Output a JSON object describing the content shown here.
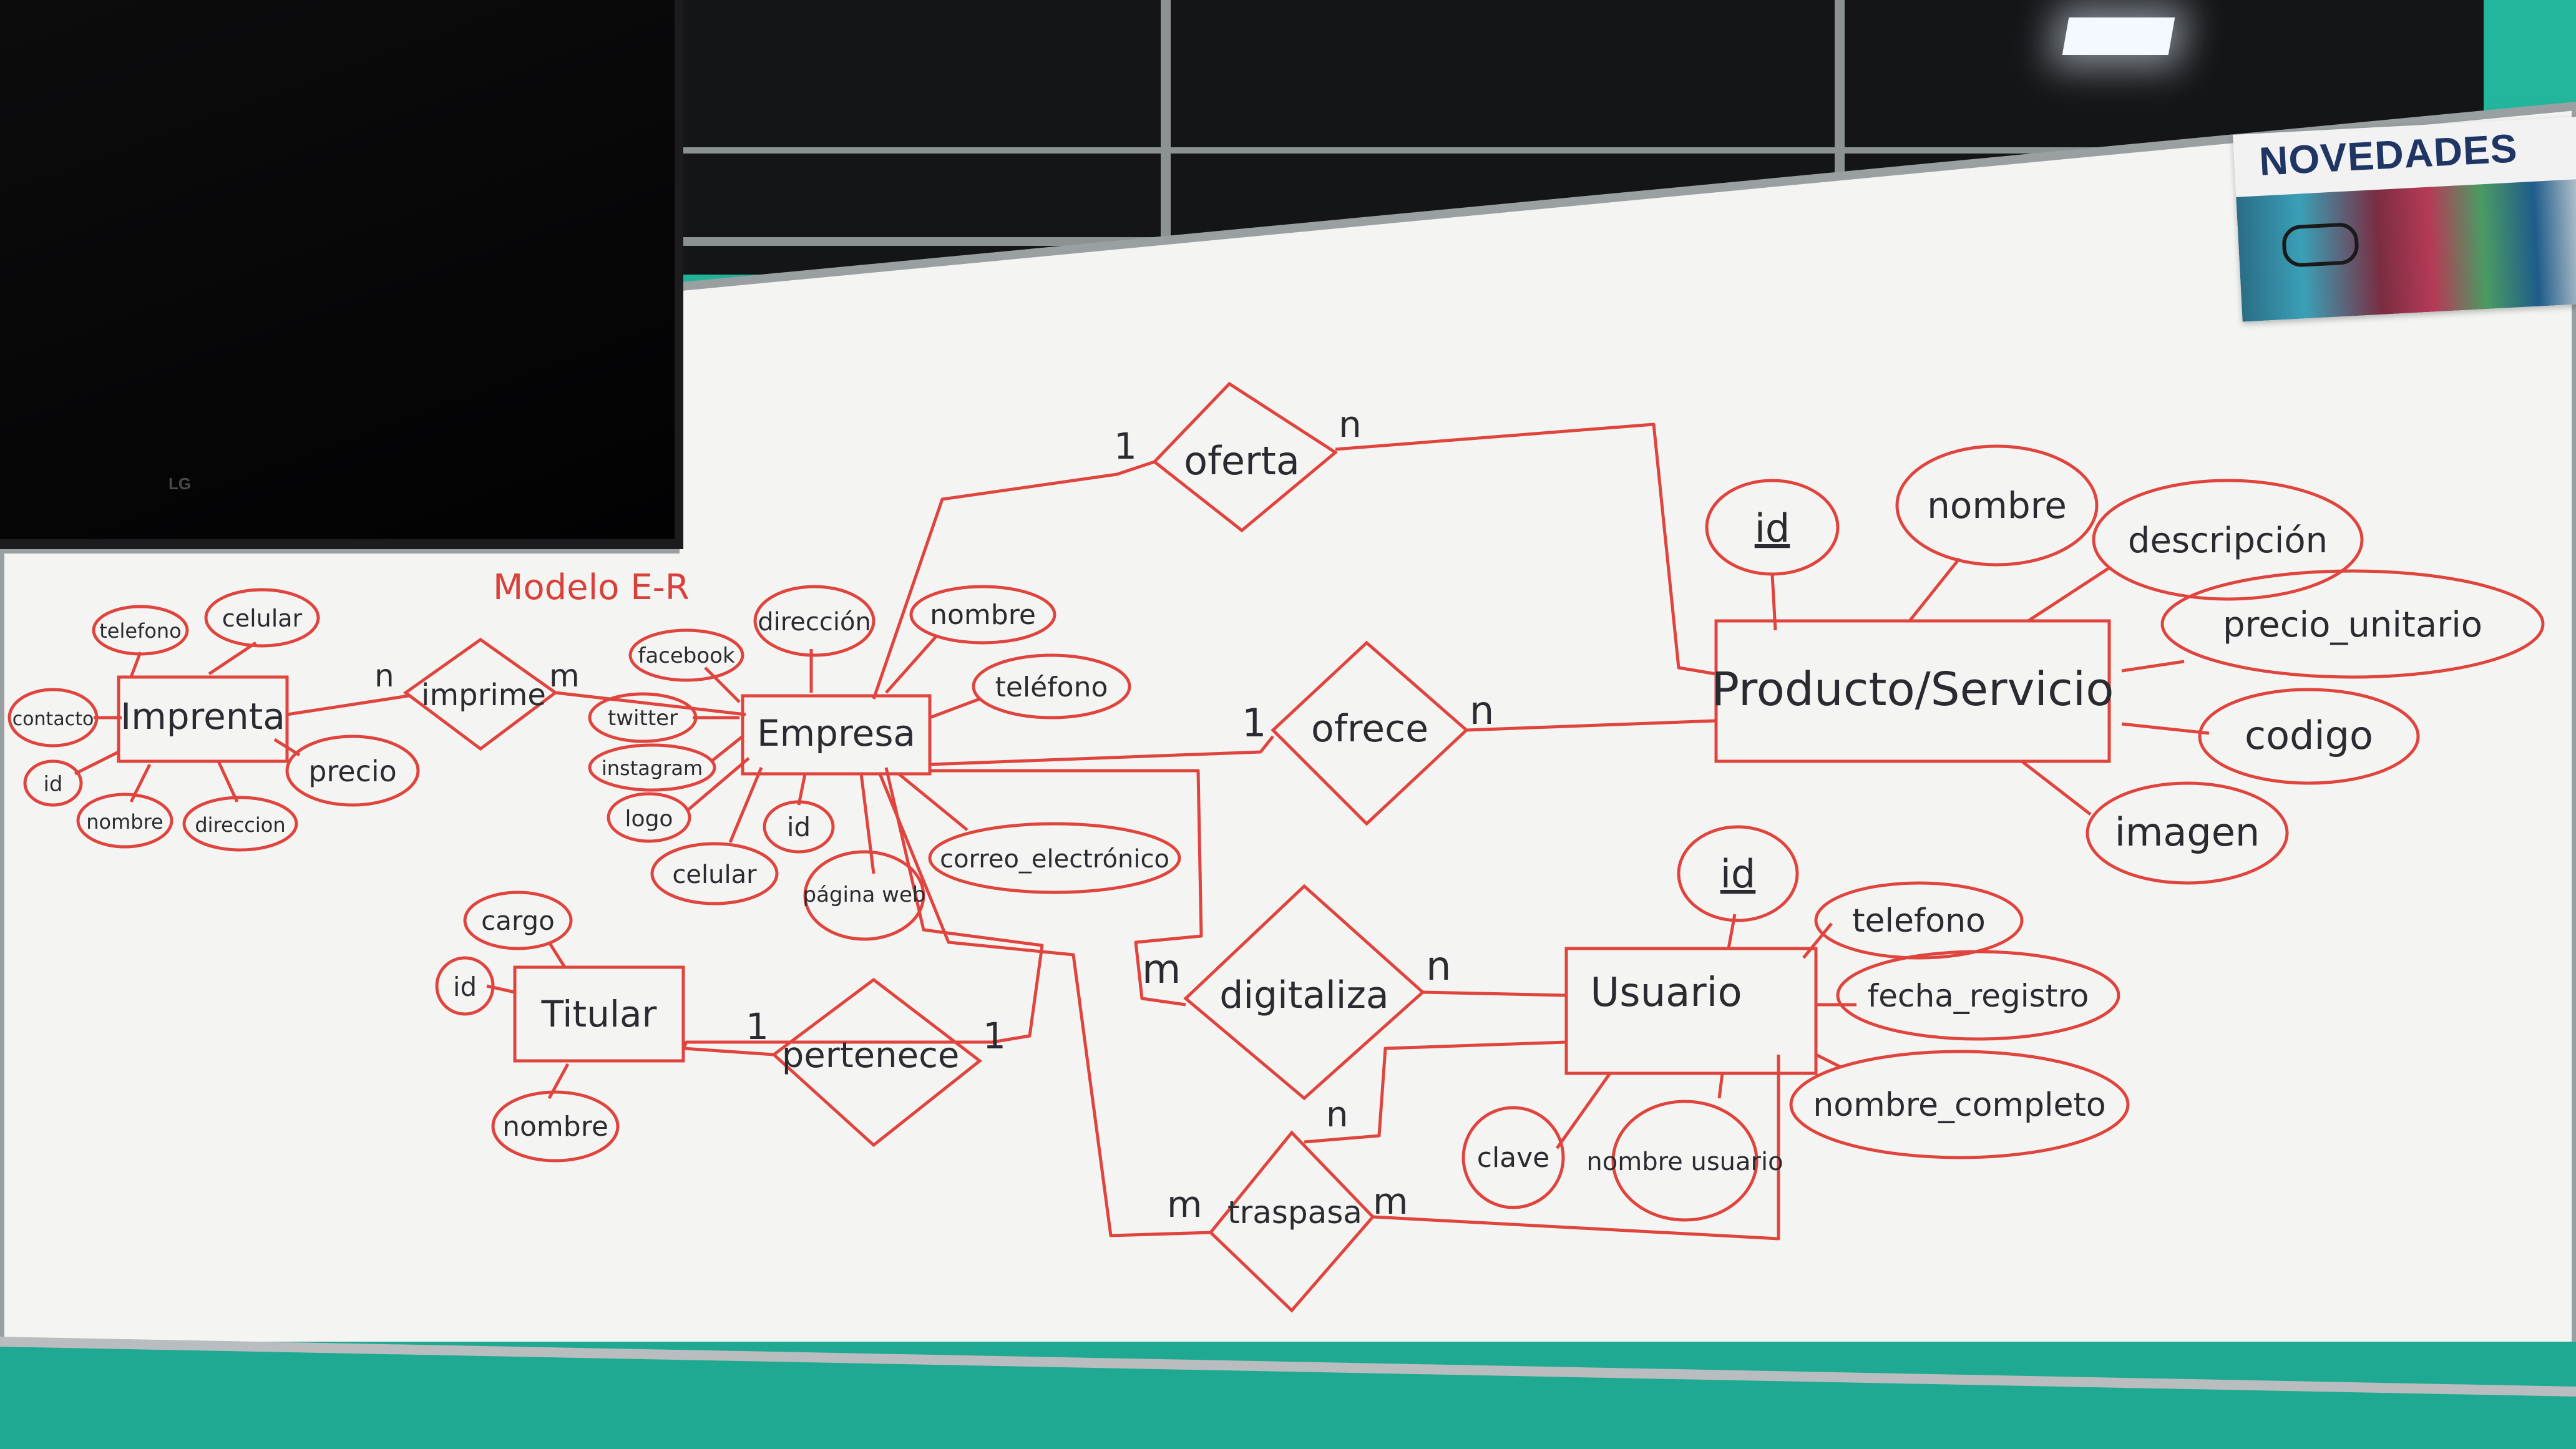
{
  "board": {
    "title": "Modelo E-R",
    "poster_title": "NOVEDADES",
    "tv_brand": "LG"
  },
  "entities": [
    {
      "key": "imprenta",
      "label": "Imprenta"
    },
    {
      "key": "empresa",
      "label": "Empresa"
    },
    {
      "key": "titular",
      "label": "Titular"
    },
    {
      "key": "producto",
      "label": "Producto/Servicio"
    },
    {
      "key": "usuario",
      "label": "Usuario"
    }
  ],
  "relationships": [
    {
      "key": "imprime",
      "label": "imprime"
    },
    {
      "key": "oferta",
      "label": "oferta"
    },
    {
      "key": "ofrece",
      "label": "ofrece"
    },
    {
      "key": "pertenece",
      "label": "pertenece"
    },
    {
      "key": "digitaliza",
      "label": "digitaliza"
    },
    {
      "key": "traspasa",
      "label": "traspasa"
    }
  ],
  "attributes": [
    {
      "key": "imp-telefono",
      "label": "telefono"
    },
    {
      "key": "imp-celular",
      "label": "celular"
    },
    {
      "key": "imp-contacto",
      "label": "contacto"
    },
    {
      "key": "imp-id",
      "label": "id"
    },
    {
      "key": "imp-nombre",
      "label": "nombre"
    },
    {
      "key": "imp-direccion",
      "label": "direccion"
    },
    {
      "key": "imp-precio",
      "label": "precio"
    },
    {
      "key": "emp-facebook",
      "label": "facebook"
    },
    {
      "key": "emp-twitter",
      "label": "twitter"
    },
    {
      "key": "emp-instagram",
      "label": "instagram"
    },
    {
      "key": "emp-logo",
      "label": "logo"
    },
    {
      "key": "emp-celular",
      "label": "celular"
    },
    {
      "key": "emp-id",
      "label": "id"
    },
    {
      "key": "emp-pagina",
      "label": "página web"
    },
    {
      "key": "emp-correo",
      "label": "correo_electrónico"
    },
    {
      "key": "emp-direccion",
      "label": "dirección"
    },
    {
      "key": "emp-nombre",
      "label": "nombre"
    },
    {
      "key": "emp-telefono",
      "label": "teléfono"
    },
    {
      "key": "tit-cargo",
      "label": "cargo"
    },
    {
      "key": "tit-id",
      "label": "id"
    },
    {
      "key": "tit-nombre",
      "label": "nombre"
    },
    {
      "key": "prod-id",
      "label": "id"
    },
    {
      "key": "prod-nombre",
      "label": "nombre"
    },
    {
      "key": "prod-descripcion",
      "label": "descripción"
    },
    {
      "key": "prod-precio",
      "label": "precio_unitario"
    },
    {
      "key": "prod-codigo",
      "label": "codigo"
    },
    {
      "key": "prod-imagen",
      "label": "imagen"
    },
    {
      "key": "usr-id",
      "label": "id"
    },
    {
      "key": "usr-telefono",
      "label": "telefono"
    },
    {
      "key": "usr-fecha",
      "label": "fecha_registro"
    },
    {
      "key": "usr-nombre-completo",
      "label": "nombre_completo"
    },
    {
      "key": "usr-clave",
      "label": "clave"
    },
    {
      "key": "usr-nombre-usuario",
      "label": "nombre usuario"
    }
  ],
  "cardinalities": [
    {
      "key": "imprime-left",
      "label": "n"
    },
    {
      "key": "imprime-right",
      "label": "m"
    },
    {
      "key": "oferta-left",
      "label": "1"
    },
    {
      "key": "oferta-right",
      "label": "n"
    },
    {
      "key": "ofrece-left",
      "label": "1"
    },
    {
      "key": "ofrece-right",
      "label": "n"
    },
    {
      "key": "pertenece-left",
      "label": "1"
    },
    {
      "key": "pertenece-right",
      "label": "1"
    },
    {
      "key": "digitaliza-left",
      "label": "m"
    },
    {
      "key": "digitaliza-right",
      "label": "n"
    },
    {
      "key": "digitaliza-bottom",
      "label": "n"
    },
    {
      "key": "traspasa-left",
      "label": "m"
    },
    {
      "key": "traspasa-right",
      "label": "m"
    }
  ],
  "colors": {
    "marker": "#e0443e",
    "board": "#f4f5f2",
    "wall": "#1fa992"
  }
}
